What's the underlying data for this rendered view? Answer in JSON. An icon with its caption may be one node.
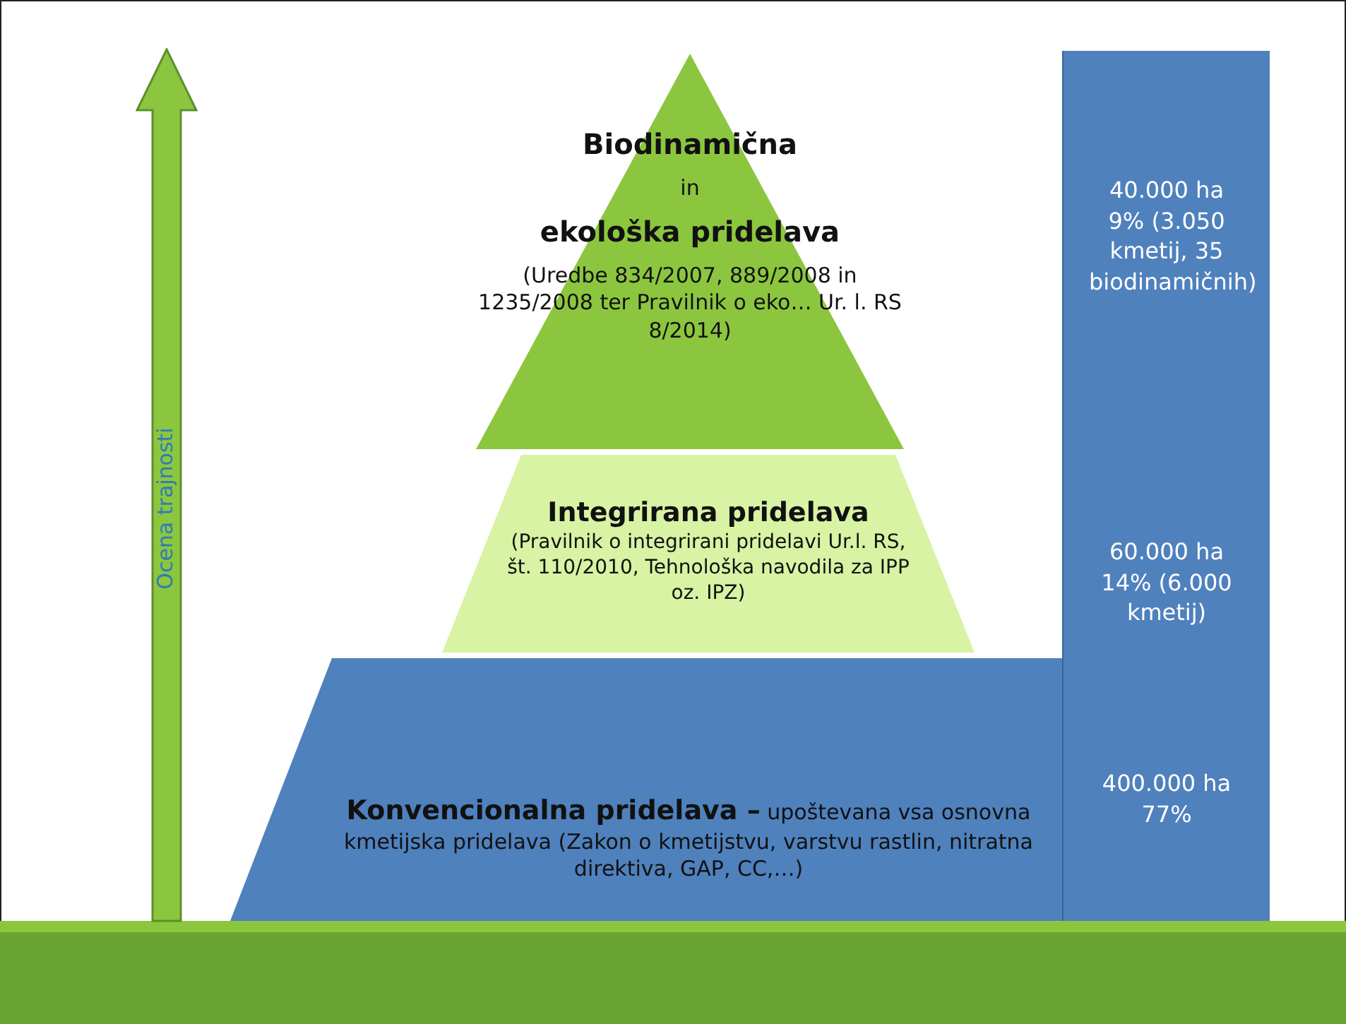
{
  "diagram": {
    "nodes": [
      {
        "text": [
          "Biodinamična",
          "in",
          "ekološka pridelava",
          "(Uredbe 834/2007, 889/2008 in 1235/2008 ter Pravilnik  o eko… Ur. l. RS 8/2014)"
        ]
      },
      {
        "text": [
          "Integrirana pridelava",
          "(Pravilnik o integrirani pridelavi Ur.l. RS, št. 110/2010, Tehnološka navodila za IPP oz. IPZ)"
        ]
      },
      {
        "text": [
          "**Konvencionalna pridelava –** upoštevana vsa osnovna kmetijska pridelava (Zakon o kmetijstvu, varstvu rastlin, nitratna direktiva, GAP, CC,…)"
        ]
      },
      {
        "text": [
          "40.000 ha 9% (3.050 kmetij, 35 biodinamičnih)",
          "60.000 ha 14% (6.000 kmetij)",
          "400.000 ha 77%"
        ]
      }
    ],
    "edges": [],
    "labels": [
      "Ocena trajnosti"
    ]
  }
}
